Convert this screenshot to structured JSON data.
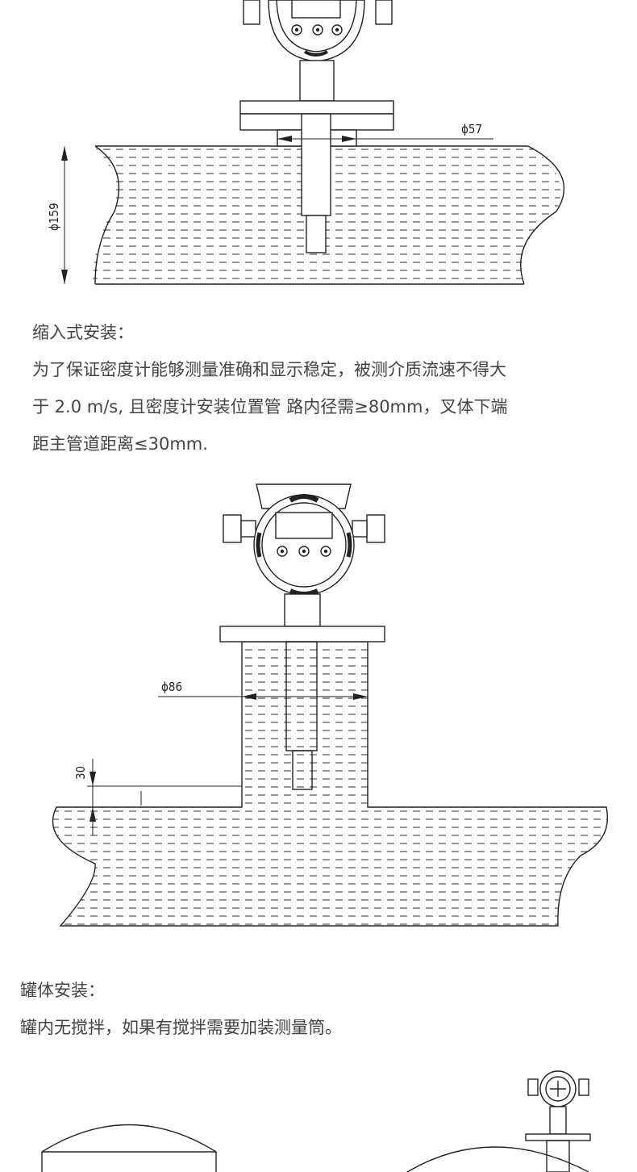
{
  "figure1": {
    "dims": {
      "pipe_diameter": "ϕ57",
      "main_pipe": "ϕ159"
    }
  },
  "section_insert": {
    "heading": "缩入式安装：",
    "lines": [
      "为了保证密度计能够测量准确和显示稳定，被测介质流速不得大",
      "于 2.0 m/s, 且密度计安装位置管 路内径需≥80mm，叉体下端",
      "距主管道距离≤30mm."
    ]
  },
  "figure2": {
    "dims": {
      "pipe_diameter": "ϕ86",
      "distance": "30"
    }
  },
  "section_tank": {
    "heading": "罐体安装：",
    "line": "罐内无搅拌，如果有搅拌需要加装测量筒。"
  }
}
